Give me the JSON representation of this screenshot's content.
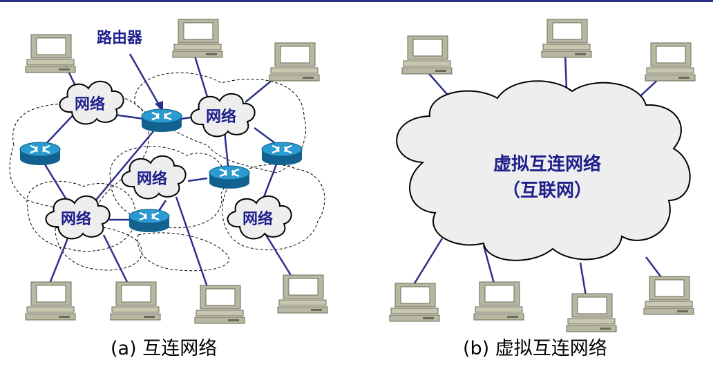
{
  "left_diagram": {
    "router_label": "路由器",
    "network_label": "网络",
    "caption": "(a) 互连网络"
  },
  "right_diagram": {
    "cloud_line1": "虚拟互连网络",
    "cloud_line2": "（互联网）",
    "caption": "(b) 虚拟互连网络"
  },
  "colors": {
    "link": "#2b2f8c",
    "label": "#1e1e8c",
    "top_rule": "#2b2f8c",
    "router": "#1f86b8",
    "cloud_fill": "#eeeeee"
  },
  "icons": [
    "computer-icon",
    "router-icon",
    "cloud-icon"
  ]
}
